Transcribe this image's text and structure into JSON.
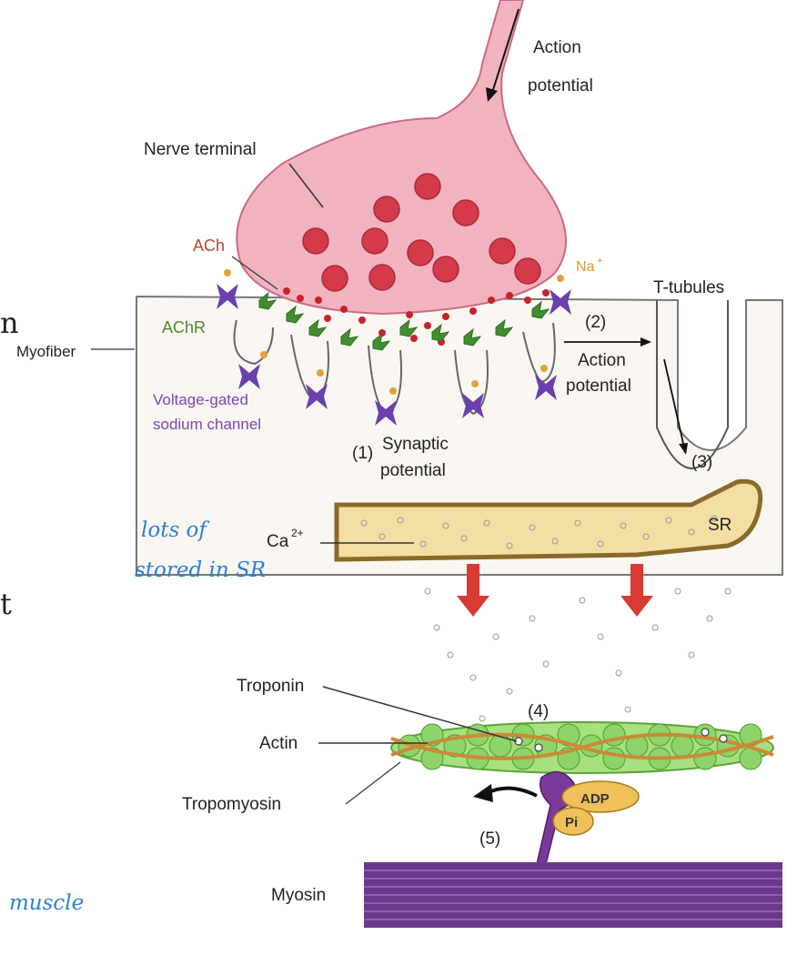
{
  "labels": {
    "action_potential_top_1": "Action",
    "action_potential_top_2": "potential",
    "nerve_terminal": "Nerve terminal",
    "ach": "ACh",
    "na": "Na",
    "na_sup": "+",
    "t_tubules": "T-tubules",
    "achr": "AChR",
    "myofiber": "Myofiber",
    "step2": "(2)",
    "action_potential_mid_1": "Action",
    "action_potential_mid_2": "potential",
    "vg_channel_1": "Voltage-gated",
    "vg_channel_2": "sodium channel",
    "step1": "(1)",
    "synaptic_1": "Synaptic",
    "synaptic_2": "potential",
    "step3": "(3)",
    "sr": "SR",
    "ca": "Ca",
    "ca_sup": "2+",
    "troponin": "Troponin",
    "step4": "(4)",
    "actin": "Actin",
    "tropomyosin": "Tropomyosin",
    "adp": "ADP",
    "pi": "Pi",
    "step5": "(5)",
    "myosin": "Myosin"
  },
  "handwriting": {
    "note_1": "lots of",
    "note_2": "stored in SR",
    "note_3": "muscle"
  },
  "fragments": {
    "n_edge": "n",
    "t_edge": "t"
  },
  "colors": {
    "nerve_fill": "#f2b3c0",
    "nerve_stroke": "#c96b80",
    "vesicle": "#d43a4a",
    "ach_dot": "#c8222a",
    "achr": "#3f8f2f",
    "na_channel": "#6a3fb0",
    "sr_fill": "#f3dfa4",
    "sr_stroke": "#8a6a2a",
    "actin": "#8fd46a",
    "tropomyosin": "#c98a3a",
    "myosin": "#6a3a8a",
    "handwriting": "#2d7fd6"
  }
}
